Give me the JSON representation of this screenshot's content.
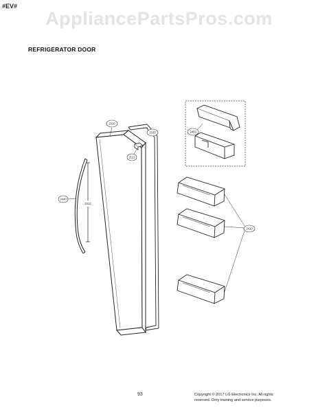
{
  "watermark": "AppliancePartsPros.com",
  "code": "#EV#",
  "section_title": "REFRIGERATOR DOOR",
  "callouts": {
    "door_top": "2310",
    "gasket": "2330",
    "cap": "2122",
    "handle": "2440",
    "handle_length": "2412",
    "cover_group": "2403",
    "bins": "2410"
  },
  "footer": {
    "page_number": "93",
    "copyright_line1": "Copyright © 2017 LG Electronics Inc. All rights",
    "copyright_line2": "reserved. Only training and service purposes."
  }
}
